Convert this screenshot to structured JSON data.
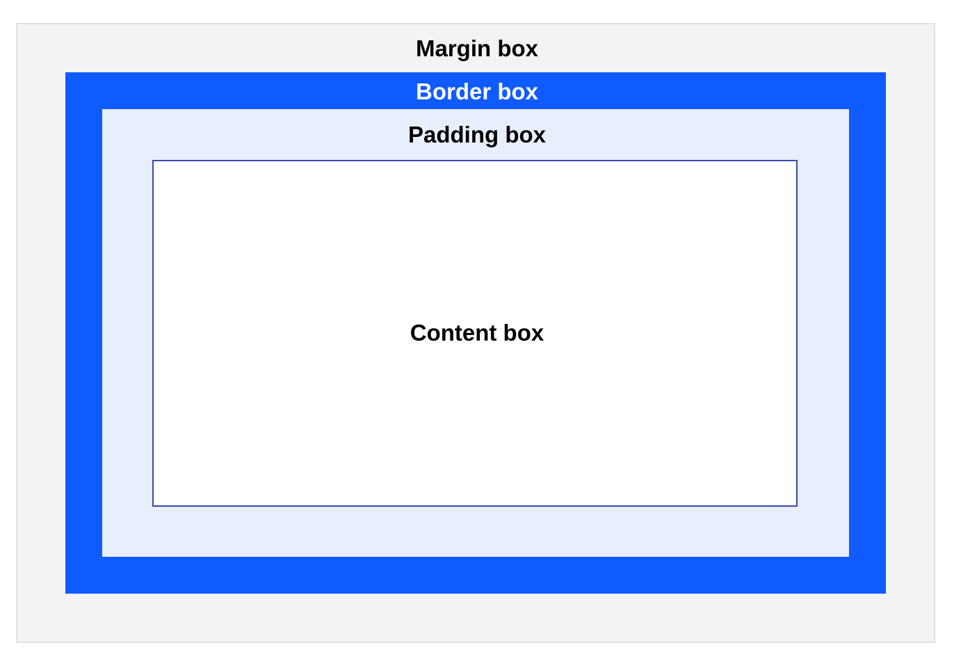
{
  "labels": {
    "margin": "Margin box",
    "border": "Border box",
    "padding": "Padding box",
    "content": "Content box"
  },
  "colors": {
    "margin_fill": "#f1f3f4",
    "border_fill": "#0f5bff",
    "padding_fill": "#e8effc",
    "content_fill": "#ffffff",
    "content_outline": "#3949ab"
  }
}
